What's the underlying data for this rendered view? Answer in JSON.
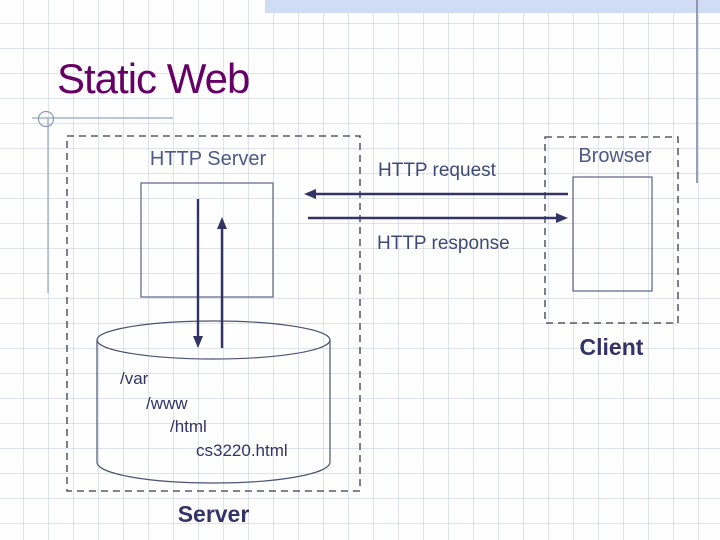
{
  "slide": {
    "title": "Static Web",
    "labels": {
      "http_server": "HTTP Server",
      "browser": "Browser",
      "http_request": "HTTP request",
      "http_response": "HTTP response",
      "server": "Server",
      "client": "Client"
    },
    "file_tree": [
      "/var",
      "/www",
      "/html",
      "cs3220.html"
    ],
    "colors": {
      "title_text": "#660066",
      "shape_label_text": "#4d5a86",
      "arrow_and_bold_text": "#333366",
      "accent_band": "#cfdcf3",
      "decoration_line": "#92a7c5"
    }
  }
}
